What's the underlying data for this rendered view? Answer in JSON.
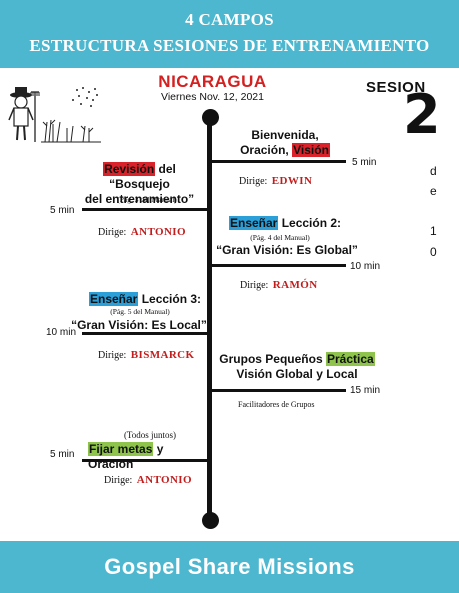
{
  "header": {
    "line1": "4 CAMPOS",
    "line2": "ESTRUCTURA SESIONES DE ENTRENAMIENTO"
  },
  "country": "NICARAGUA",
  "date": "Viernes Nov. 12, 2021",
  "session": {
    "label": "SESION",
    "number": "2",
    "of": [
      "d",
      "e",
      "1",
      "0"
    ]
  },
  "blocks": {
    "b1": {
      "line1": "Bienvenida,",
      "line2_pre": "Oración,",
      "line2_hl": "Visión",
      "minutes": "5 min",
      "dirige": "Dirige:",
      "leader": "EDWIN"
    },
    "b2": {
      "hl": "Revisión",
      "line1_post": "del “Bosquejo",
      "line2": "del entrenamiento”",
      "ref": "(Pág.  3 del Manual)",
      "minutes": "5 min",
      "dirige": "Dirige:",
      "leader": "ANTONIO"
    },
    "b3": {
      "hl": "Enseñar",
      "line1_post": "Lección  2:",
      "ref": "(Pág.  4 del Manual)",
      "line2": "“Gran Visión: Es Global”",
      "minutes": "10 min",
      "dirige": "Dirige:",
      "leader": "RAMÓN"
    },
    "b4": {
      "hl": "Enseñar",
      "line1_post": "Lección 3:",
      "ref": "(Pág.  5 del Manual)",
      "line2": "“Gran Visión: Es Local”",
      "minutes": "10 min",
      "dirige": "Dirige:",
      "leader": "BISMARCK"
    },
    "b5": {
      "line1_pre": "Grupos Pequeños",
      "hl": "Práctica",
      "line2": "Visión Global y Local",
      "minutes": "15 min",
      "note": "Facilitadores de Grupos"
    },
    "b6": {
      "ref": "(Todos juntos)",
      "hl": "Fijar metas",
      "line1_post": "y Oración",
      "minutes": "5 min",
      "dirige": "Dirige:",
      "leader": "ANTONIO"
    }
  },
  "footer": "Gospel Share Missions",
  "icons": {
    "farmer": "farmer-with-rake-icon",
    "field": "field-of-grain-icon"
  }
}
